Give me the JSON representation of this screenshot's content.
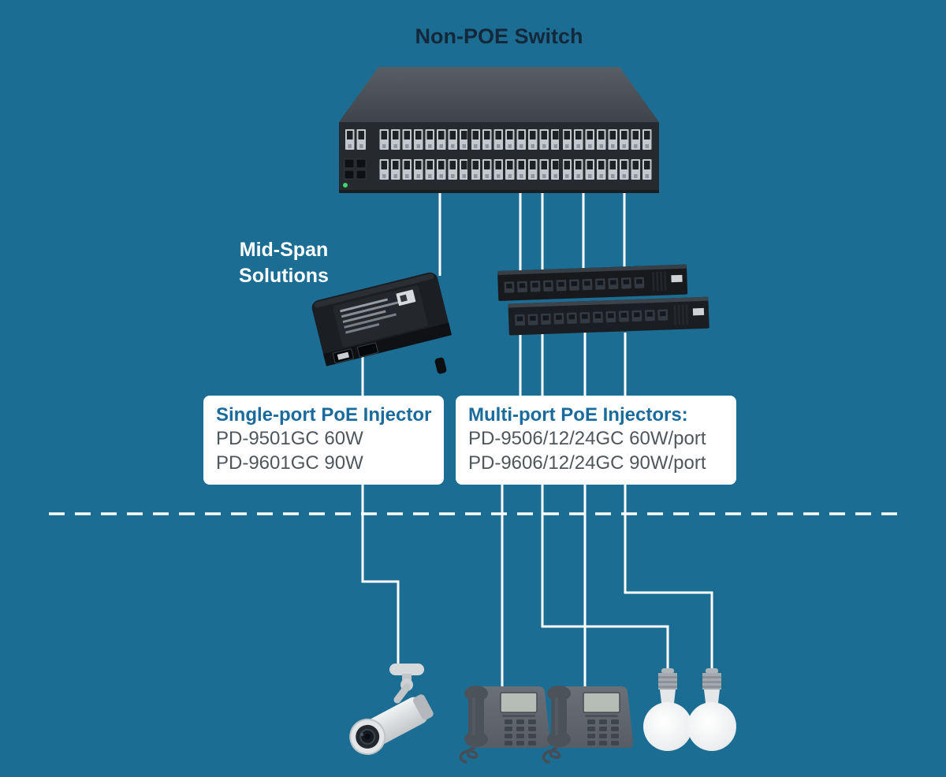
{
  "title": "Non-POE Switch",
  "midspan": {
    "label": "Mid-Span\nSolutions"
  },
  "info_boxes": {
    "single_port": {
      "heading": "Single-port PoE Injector",
      "models": [
        "PD-9501GC 60W",
        "PD-9601GC 90W"
      ]
    },
    "multi_port": {
      "heading": "Multi-port PoE Injectors:",
      "models": [
        "PD-9506/12/24GC 60W/port",
        "PD-9606/12/24GC 90W/port"
      ]
    }
  },
  "icons": {
    "switch": "network-switch-icon",
    "single_injector": "poe-injector-icon",
    "multi_injector": "poe-injector-stack-icon",
    "camera": "security-camera-icon",
    "phone": "ip-phone-icon",
    "bulb": "light-bulb-icon"
  },
  "colors": {
    "background": "#1b6d94",
    "line": "#ffffff",
    "title_text": "#14283a",
    "heading_text": "#1a6b9d",
    "model_text": "#4f565c",
    "box_background": "#ffffff"
  }
}
